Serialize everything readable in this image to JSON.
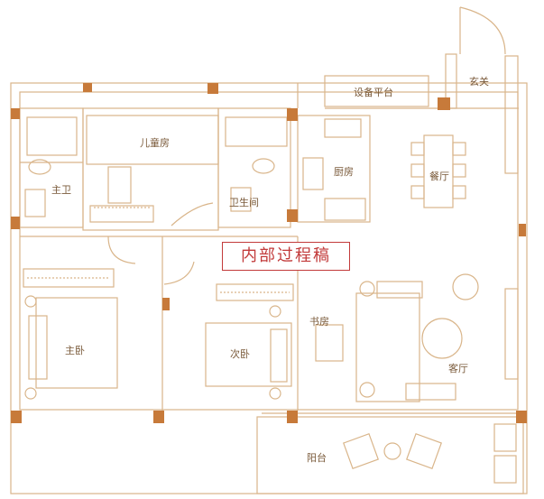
{
  "colors": {
    "wall_line": "#d9b58a",
    "wall_fill": "#fbf3ea",
    "column": "#c77a3a",
    "label_text": "#7a5a3a",
    "stamp_red": "#c23a3a"
  },
  "rooms": {
    "xuanguan": "玄关",
    "shebei_pingtai": "设备平台",
    "ertong_fang": "儿童房",
    "zhu_wei": "主卫",
    "weisheng_jian": "卫生间",
    "chu_fang": "厨房",
    "can_ting": "餐厅",
    "shu_fang": "书房",
    "zhu_wo": "主卧",
    "ci_wo": "次卧",
    "ke_ting": "客厅",
    "yang_tai": "阳台"
  },
  "stamp_text": "内部过程稿"
}
